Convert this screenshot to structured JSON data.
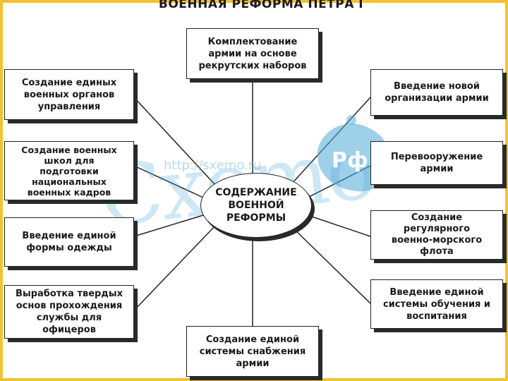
{
  "title": "ВОЕННАЯ РЕФОРМА ПЕТРА I",
  "center": "СОДЕРЖАНИЕ\nВОЕННОЙ\nРЕФОРМЫ",
  "top": "Комплектование\nармии на основе\nрекрутских наборов",
  "bottom": "Создание единой\nсистемы снабжения\nармии",
  "left": [
    "Создание единых\nвоенных органов\nуправления",
    "Создание военных\nшкол для\nподготовки\nнациональных\nвоенных кадров",
    "Введение единой\nформы одежды",
    "Выработка твердых\nоснов прохождения\nслужбы для\nофицеров"
  ],
  "right": [
    "Введение новой\nорганизации армии",
    "Перевооружение\nармии",
    "Создание\nрегулярного\nвоенно-морского\nфлота",
    "Введение единой\nсистемы обучения и\nвоспитания"
  ],
  "watermark": {
    "url": "http://sxemo.ru",
    "logo": "Cxemo",
    "mark": "Рф"
  },
  "colors": {
    "frame": "#f2c230",
    "watermark": "#50aad7"
  }
}
